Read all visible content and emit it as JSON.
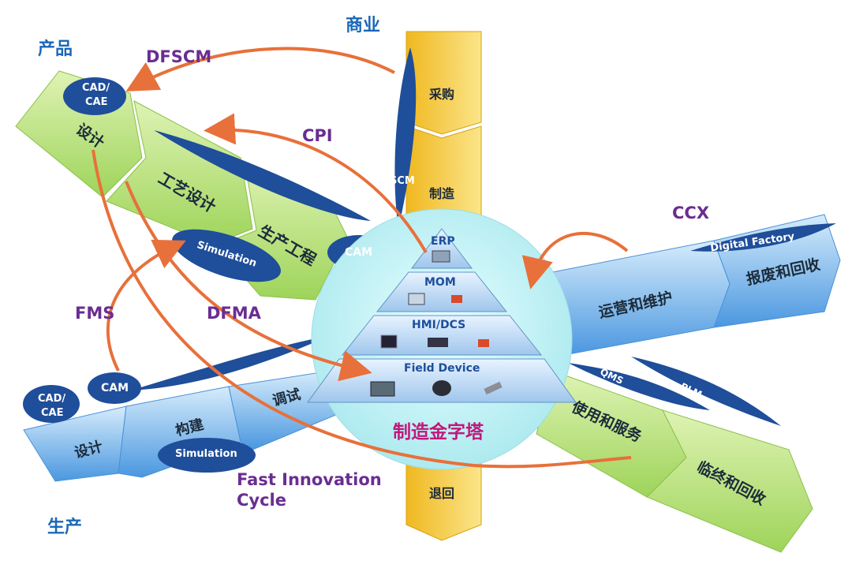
{
  "corners": {
    "product": "产品",
    "business": "商业",
    "production": "生产",
    "ccx": "CCX"
  },
  "flows": {
    "dfscm": "DFSCM",
    "cpi": "CPI",
    "fms": "FMS",
    "dfma": "DFMA",
    "fast_innovation_line1": "Fast Innovation",
    "fast_innovation_line2": "Cycle"
  },
  "product_band": {
    "cad_cae_line1": "CAD/",
    "cad_cae_line2": "CAE",
    "design": "设计",
    "process_design": "工艺设计",
    "production_engineering": "生产工程",
    "simulation": "Simulation",
    "cam": "CAM"
  },
  "business_band": {
    "procurement": "采购",
    "manufacturing": "制造",
    "scm": "SCM",
    "returns": "退回"
  },
  "production_band": {
    "cad_cae_line1": "CAD/",
    "cad_cae_line2": "CAE",
    "cam": "CAM",
    "design": "设计",
    "build": "构建",
    "debug": "调试",
    "simulation": "Simulation"
  },
  "ccx_band": {
    "digital_factory": "Digital Factory",
    "scrap_recycle": "报废和回收",
    "operation_maintenance": "运营和维护",
    "qms": "QMS",
    "plm": "PLM",
    "use_service": "使用和服务",
    "end_of_life": "临终和回收"
  },
  "pyramid": {
    "erp": "ERP",
    "mom": "MOM",
    "hmi_dcs": "HMI/DCS",
    "field_device": "Field Device",
    "title": "制造金字塔"
  },
  "colors": {
    "green_band": "#b7e07a",
    "blue_band": "#6aaee8",
    "yellow_band": "#f5c93a",
    "navy_ellipse": "#1f4e9a",
    "arrow_orange": "#e8703a",
    "circle_cyan": "#bff0f0",
    "label_blue": "#1b68b8",
    "label_purple": "#6a2d91",
    "title_magenta": "#c0187a"
  }
}
